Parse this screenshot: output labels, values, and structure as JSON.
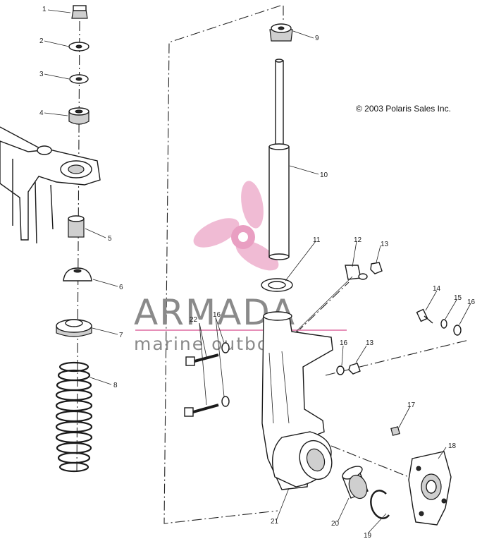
{
  "copyright": "© 2003 Polaris Sales Inc.",
  "watermark": {
    "brand": "ARMADA",
    "tagline": "marine outboards",
    "colors": {
      "logo": "#e68fb8",
      "text": "#8a8a8a",
      "line": "#e68fb8"
    }
  },
  "callouts": [
    {
      "id": "c1",
      "text": "1"
    },
    {
      "id": "c2",
      "text": "2"
    },
    {
      "id": "c3",
      "text": "3"
    },
    {
      "id": "c4",
      "text": "4"
    },
    {
      "id": "c5",
      "text": "5"
    },
    {
      "id": "c6",
      "text": "6"
    },
    {
      "id": "c7",
      "text": "7"
    },
    {
      "id": "c8",
      "text": "8"
    },
    {
      "id": "c9",
      "text": "9"
    },
    {
      "id": "c10",
      "text": "10"
    },
    {
      "id": "c11",
      "text": "11"
    },
    {
      "id": "c12",
      "text": "12"
    },
    {
      "id": "c13a",
      "text": "13"
    },
    {
      "id": "c13b",
      "text": "13"
    },
    {
      "id": "c14",
      "text": "14"
    },
    {
      "id": "c15",
      "text": "15"
    },
    {
      "id": "c16a",
      "text": "16"
    },
    {
      "id": "c16b",
      "text": "16"
    },
    {
      "id": "c16c",
      "text": "16"
    },
    {
      "id": "c17",
      "text": "17"
    },
    {
      "id": "c18",
      "text": "18"
    },
    {
      "id": "c19",
      "text": "19"
    },
    {
      "id": "c20",
      "text": "20"
    },
    {
      "id": "c21",
      "text": "21"
    },
    {
      "id": "c22",
      "text": "22"
    }
  ]
}
